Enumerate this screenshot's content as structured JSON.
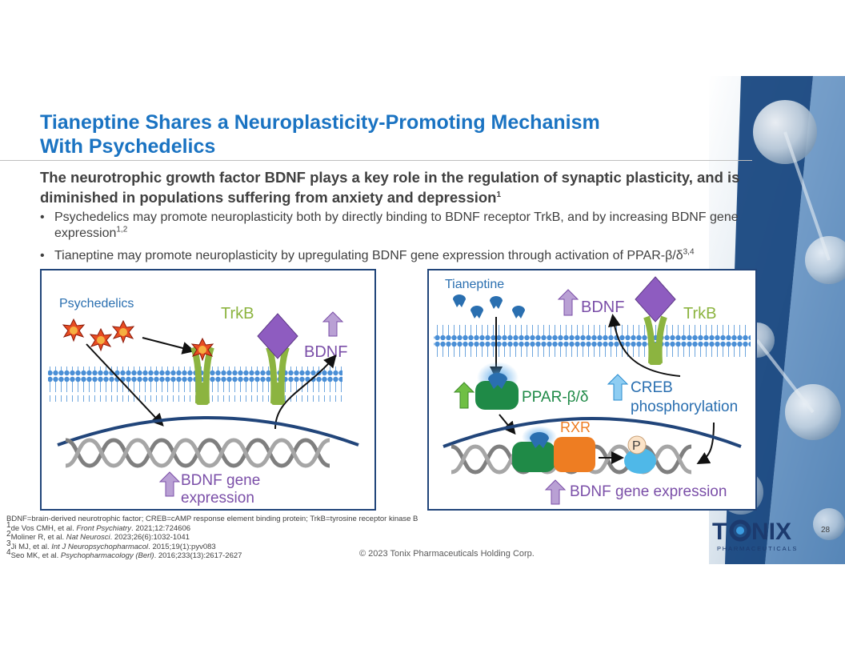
{
  "title_line1": "Tianeptine Shares a Neuroplasticity-Promoting Mechanism",
  "title_line2": "With Psychedelics",
  "subtitle_text": "The neurotrophic growth factor BDNF plays a key role in the regulation of synaptic plasticity, and is diminished in populations suffering from anxiety and depression",
  "subtitle_ref": "1",
  "bullet_marker": "•",
  "bullets": [
    {
      "text": "Psychedelics may promote neuroplasticity both by directly binding to BDNF receptor TrkB, and by increasing BDNF gene expression",
      "ref": "1,2"
    },
    {
      "text": "Tianeptine may promote neuroplasticity by upregulating BDNF gene expression through activation of PPAR-β/δ",
      "ref": "3,4"
    }
  ],
  "left_panel": {
    "psychedelics_label": "Psychedelics",
    "trkb_label": "TrkB",
    "bdnf_label": "BDNF",
    "gene_line1": "BDNF gene",
    "gene_line2": "expression"
  },
  "right_panel": {
    "tianeptine_label": "Tianeptine",
    "bdnf_label": "BDNF",
    "trkb_label": "TrkB",
    "creb_line1": "CREB",
    "creb_line2": "phosphorylation",
    "ppar_label": "PPAR-β/δ",
    "rxr_label": "RXR",
    "p_label": "P",
    "gene_label": "BDNF gene expression"
  },
  "footnotes": {
    "abbreviations": "BDNF=brain-derived neurotrophic factor; CREB=cAMP response element binding protein; TrkB=tyrosine receptor kinase B",
    "refs": [
      {
        "num": "1",
        "authors": "de Vos CMH, et al. ",
        "journal": "Front Psychiatry",
        "details": ". 2021;12:724606"
      },
      {
        "num": "2",
        "authors": "Moliner R, et al. ",
        "journal": "Nat Neurosci",
        "details": ". 2023;26(6):1032-1041"
      },
      {
        "num": "3",
        "authors": "Ji MJ, et al. ",
        "journal": "Int J Neuropsychopharmacol",
        "details": ". 2015;19(1):pyv083"
      },
      {
        "num": "4",
        "authors": "Seo MK, et al. ",
        "journal": "Psychopharmacology (Berl)",
        "details": ". 2016;233(13):2617-2627"
      }
    ]
  },
  "copyright": "© 2023 Tonix Pharmaceuticals Holding Corp.",
  "page_number": "28",
  "logo": {
    "left_text": "T",
    "right_text": "NIX",
    "tagline": "PHARMACEUTICALS"
  },
  "colors": {
    "title_blue": "#1a73c2",
    "panel_border": "#21457a",
    "psychedelic_purple": "#7b4fa8",
    "trkb_green": "#8cb440",
    "tianeptine_blue": "#2a6fb0",
    "ppar_green": "#1f8a47",
    "rxr_orange": "#ee7d22",
    "membrane_blue": "#4a8fd6",
    "dna_gray": "#7f7f7f",
    "logo_navy": "#1c3a6e"
  }
}
